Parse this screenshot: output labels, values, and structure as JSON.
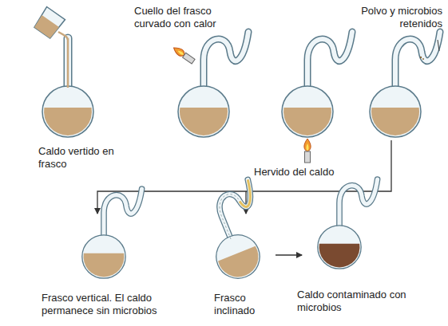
{
  "diagram": {
    "labels": [
      "Caldo vertido en frasco",
      "Cuello del frasco curvado con calor",
      "Polvo y microbios retenidos",
      "Hervido del caldo",
      "Frasco vertical. El caldo permanece sin microbios",
      "Frasco inclinado",
      "Caldo contaminado con microbios"
    ]
  }
}
